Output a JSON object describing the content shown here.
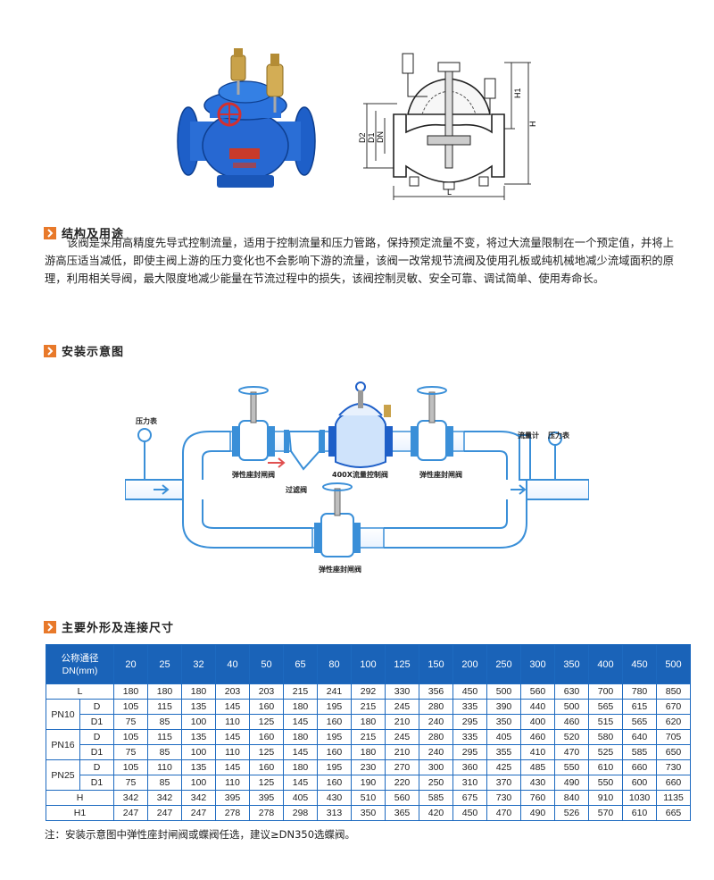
{
  "section1": {
    "title": "结构及用途"
  },
  "description": "该阀是采用高精度先导式控制流量，适用于控制流量和压力管路，保持预定流量不变，将过大流量限制在一个预定值，并将上游高压适当减低，即使主阀上游的压力变化也不会影响下游的流量，该阀一改常规节流阀及使用孔板或纯机械地减少流域面积的原理，利用相关导阀，最大限度地减少能量在节流过程中的损失，该阀控制灵敏、安全可靠、调试简单、使用寿命长。",
  "drawing_labels": {
    "H1": "H1",
    "H": "H",
    "D2": "D2",
    "D1": "D1",
    "DN": "DN",
    "L": "L"
  },
  "section2": {
    "title": "安装示意图"
  },
  "install_labels": {
    "gauge_left": "压力表",
    "gauge_right": "压力表",
    "flowmeter": "流量计",
    "gate_valve_1": "弹性座封闸阀",
    "control_valve": "400X流量控制阀",
    "gate_valve_2": "弹性座封闸阀",
    "strainer": "过滤阀",
    "gate_valve_bottom": "弹性座封闸阀"
  },
  "section3": {
    "title": "主要外形及连接尺寸"
  },
  "table": {
    "header_label_1": "公称通径",
    "header_label_2": "DN(mm)",
    "dn": [
      "20",
      "25",
      "32",
      "40",
      "50",
      "65",
      "80",
      "100",
      "125",
      "150",
      "200",
      "250",
      "300",
      "350",
      "400",
      "450",
      "500"
    ],
    "rows": [
      {
        "group": "",
        "sub": "L",
        "values": [
          "180",
          "180",
          "180",
          "203",
          "203",
          "215",
          "241",
          "292",
          "330",
          "356",
          "450",
          "500",
          "560",
          "630",
          "700",
          "780",
          "850"
        ]
      },
      {
        "group": "PN10",
        "sub": "D",
        "values": [
          "105",
          "115",
          "135",
          "145",
          "160",
          "180",
          "195",
          "215",
          "245",
          "280",
          "335",
          "390",
          "440",
          "500",
          "565",
          "615",
          "670"
        ]
      },
      {
        "group": "",
        "sub": "D1",
        "values": [
          "75",
          "85",
          "100",
          "110",
          "125",
          "145",
          "160",
          "180",
          "210",
          "240",
          "295",
          "350",
          "400",
          "460",
          "515",
          "565",
          "620"
        ]
      },
      {
        "group": "PN16",
        "sub": "D",
        "values": [
          "105",
          "115",
          "135",
          "145",
          "160",
          "180",
          "195",
          "215",
          "245",
          "280",
          "335",
          "405",
          "460",
          "520",
          "580",
          "640",
          "705"
        ]
      },
      {
        "group": "",
        "sub": "D1",
        "values": [
          "75",
          "85",
          "100",
          "110",
          "125",
          "145",
          "160",
          "180",
          "210",
          "240",
          "295",
          "355",
          "410",
          "470",
          "525",
          "585",
          "650"
        ]
      },
      {
        "group": "PN25",
        "sub": "D",
        "values": [
          "105",
          "110",
          "135",
          "145",
          "160",
          "180",
          "195",
          "230",
          "270",
          "300",
          "360",
          "425",
          "485",
          "550",
          "610",
          "660",
          "730"
        ]
      },
      {
        "group": "",
        "sub": "D1",
        "values": [
          "75",
          "85",
          "100",
          "110",
          "125",
          "145",
          "160",
          "190",
          "220",
          "250",
          "310",
          "370",
          "430",
          "490",
          "550",
          "600",
          "660"
        ]
      },
      {
        "group": "",
        "sub": "H",
        "values": [
          "342",
          "342",
          "342",
          "395",
          "395",
          "405",
          "430",
          "510",
          "560",
          "585",
          "675",
          "730",
          "760",
          "840",
          "910",
          "1030",
          "1135"
        ]
      },
      {
        "group": "",
        "sub": "H1",
        "values": [
          "247",
          "247",
          "247",
          "278",
          "278",
          "298",
          "313",
          "350",
          "365",
          "420",
          "450",
          "470",
          "490",
          "526",
          "570",
          "610",
          "665"
        ]
      }
    ]
  },
  "note": "注：安装示意图中弹性座封闸阀或蝶阀任选，建议≥DN350选蝶阀。",
  "colors": {
    "valve_blue": "#1e5fc8",
    "pipe_blue": "#3a8fd8",
    "header_blue": "#1a63b8",
    "accent_orange": "#e8792a",
    "brass": "#c9a24a"
  }
}
